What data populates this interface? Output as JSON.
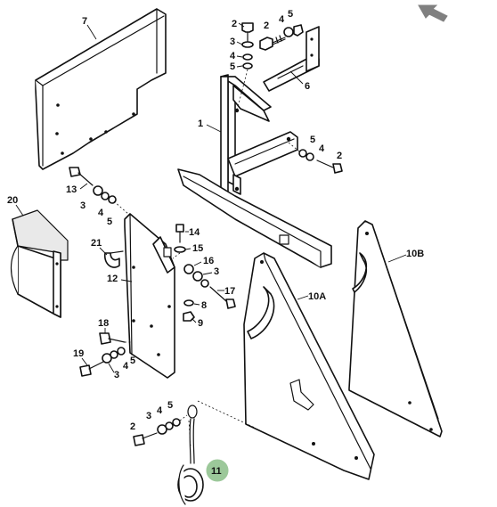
{
  "colors": {
    "line": "#111111",
    "background": "#ffffff",
    "highlight_badge": "#9cc89a",
    "nav_arrow": "#808080"
  },
  "nav": {
    "icon": "back-arrow-icon"
  },
  "callouts": {
    "c1": "1",
    "c2a": "2",
    "c3a": "3",
    "c4a": "4",
    "c5a": "5",
    "c4b": "4",
    "c5b": "5",
    "c6": "6",
    "c7": "7",
    "c5c": "5",
    "c4c": "4",
    "c2b": "2",
    "c13": "13",
    "c3b": "3",
    "c4d": "4",
    "c5d": "5",
    "c20": "20",
    "c21": "21",
    "c12": "12",
    "c14": "14",
    "c15": "15",
    "c16": "16",
    "c3c": "3",
    "c17": "17",
    "c8": "8",
    "c9": "9",
    "c18": "18",
    "c19": "19",
    "c3d": "3",
    "c4e": "4",
    "c5e": "5",
    "c2c": "2",
    "c3e": "3",
    "c4f": "4",
    "c5f": "5",
    "c10A": "10A",
    "c10B": "10B",
    "c11": "11"
  }
}
